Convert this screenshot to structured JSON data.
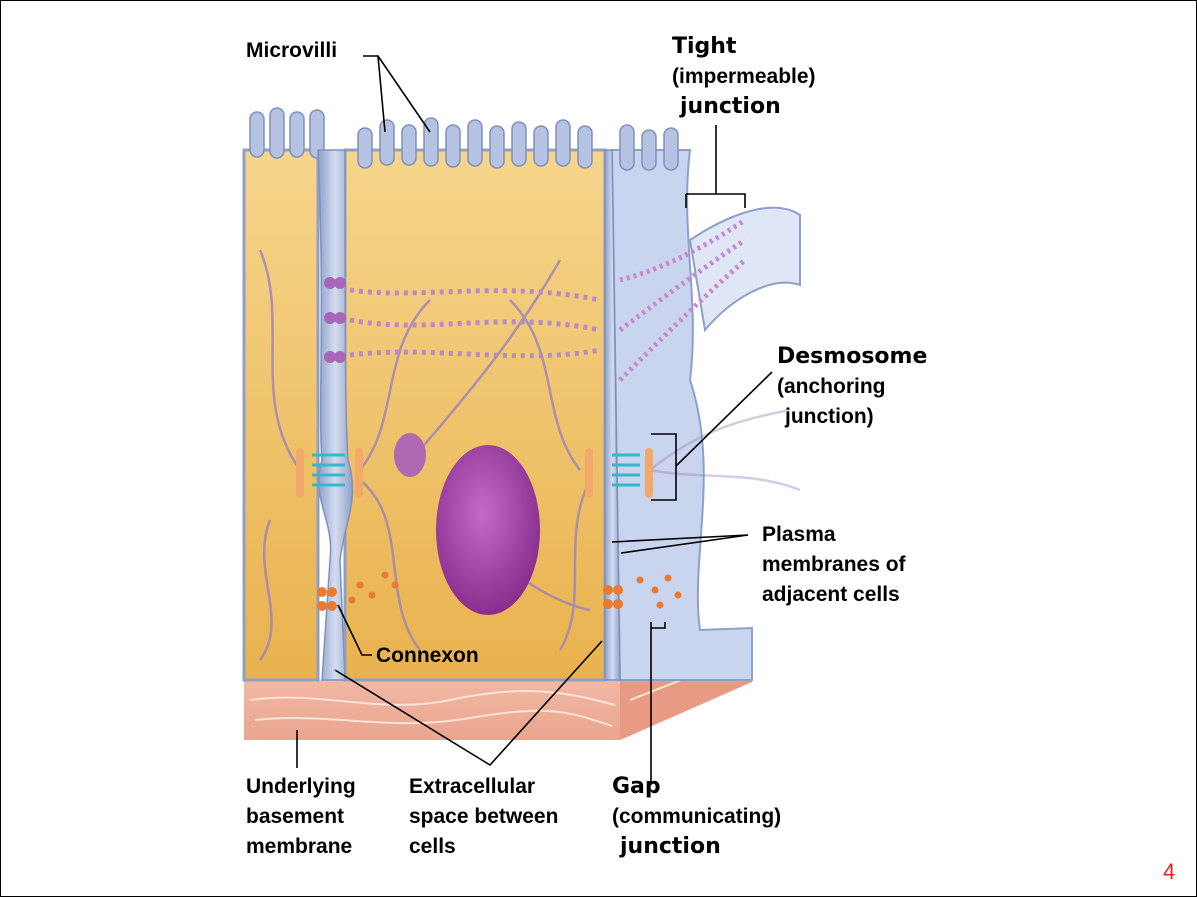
{
  "labels": {
    "microvilli": "Microvilli",
    "tight_title": "Tight",
    "tight_sub1": "(impermeable)",
    "tight_sub2": "junction",
    "desmosome_title": "Desmosome",
    "desmosome_sub1": "(anchoring",
    "desmosome_sub2": "junction)",
    "plasma_line1": "Plasma",
    "plasma_line2": "membranes of",
    "plasma_line3": "adjacent cells",
    "connexon": "Connexon",
    "underlying_line1": "Underlying",
    "underlying_line2": "basement",
    "underlying_line3": "membrane",
    "extracellular_line1": "Extracellular",
    "extracellular_line2": "space between",
    "extracellular_line3": "cells",
    "gap_title": "Gap",
    "gap_sub1": "(communicating)",
    "gap_sub2": "junction"
  },
  "page_number": "4",
  "colors": {
    "cell_cytoplasm": "#f2c56a",
    "membrane": "#a9b8d9",
    "basement": "#f1b8a6",
    "nucleus": "#a645a8",
    "page_number": "#e0261b"
  }
}
